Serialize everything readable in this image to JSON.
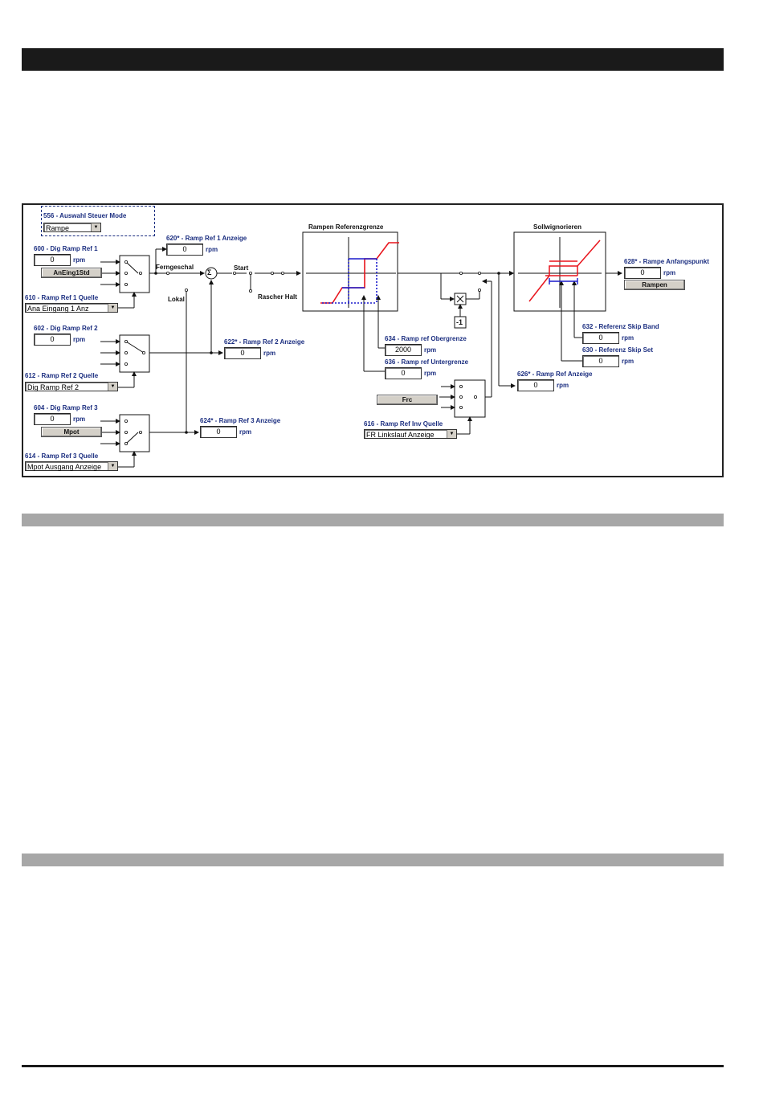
{
  "diagram": {
    "mode_label": "556 - Auswahl Steuer Mode",
    "mode_value": "Rampe",
    "ref1_label": "600 - Dig Ramp Ref 1",
    "ref1_value": "0",
    "ref1_unit": "rpm",
    "ref1_button": "AnEing1Std",
    "ref1_src_label": "610 - Ramp Ref 1 Quelle",
    "ref1_src_value": "Ana Eingang 1 Anz",
    "ref1_disp_label": "620* - Ramp Ref 1 Anzeige",
    "ref1_disp_value": "0",
    "ref1_disp_unit": "rpm",
    "ferngeschal": "Ferngeschal",
    "lokal": "Lokal",
    "start": "Start",
    "rascher_halt": "Rascher Halt",
    "sigma": "Σ",
    "ref2_label": "602 - Dig Ramp Ref 2",
    "ref2_value": "0",
    "ref2_unit": "rpm",
    "ref2_src_label": "612 - Ramp Ref 2 Quelle",
    "ref2_src_value": "Dig Ramp Ref 2",
    "ref2_disp_label": "622* - Ramp Ref 2 Anzeige",
    "ref2_disp_value": "0",
    "ref2_disp_unit": "rpm",
    "ref3_label": "604 - Dig Ramp Ref 3",
    "ref3_value": "0",
    "ref3_unit": "rpm",
    "ref3_button": "Mpot",
    "ref3_src_label": "614 - Ramp Ref 3 Quelle",
    "ref3_src_value": "Mpot Ausgang Anzeige",
    "ref3_disp_label": "624* - Ramp Ref 3 Anzeige",
    "ref3_disp_value": "0",
    "ref3_disp_unit": "rpm",
    "limit_title": "Rampen Referenzgrenze",
    "upper_label": "634 - Ramp ref Obergrenze",
    "upper_value": "2000",
    "upper_unit": "rpm",
    "lower_label": "636 - Ramp ref Untergrenze",
    "lower_value": "0",
    "lower_unit": "rpm",
    "mult_neg": "-1",
    "frc_button": "Frc",
    "inv_src_label": "616 - Ramp Ref Inv Quelle",
    "inv_src_value": "FR Linkslauf Anzeige",
    "ref_disp_label": "626* - Ramp Ref Anzeige",
    "ref_disp_value": "0",
    "ref_disp_unit": "rpm",
    "skip_title": "Sollwignorieren",
    "skip_band_label": "632 - Referenz Skip Band",
    "skip_band_value": "0",
    "skip_band_unit": "rpm",
    "skip_set_label": "630 - Referenz Skip Set",
    "skip_set_value": "0",
    "skip_set_unit": "rpm",
    "ramp_start_label": "628* - Rampe Anfangspunkt",
    "ramp_start_value": "0",
    "ramp_start_unit": "rpm",
    "rampen_button": "Rampen"
  },
  "colors": {
    "label_blue": "#1b2e80",
    "curve_red": "#e8141c",
    "limit_blue": "#1a1acc"
  }
}
